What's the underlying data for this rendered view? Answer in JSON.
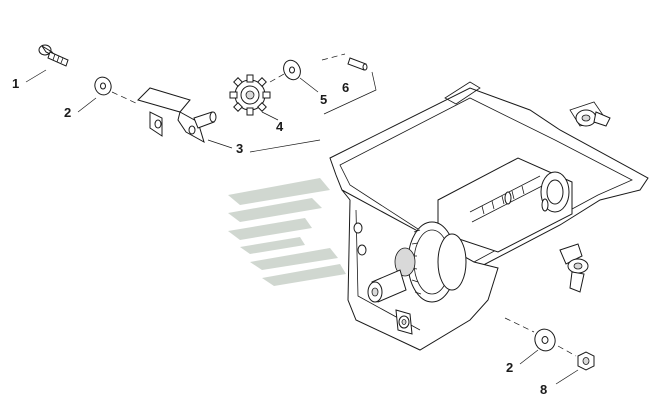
{
  "callouts": [
    {
      "id": "c1",
      "label": "1"
    },
    {
      "id": "c2a",
      "label": "2"
    },
    {
      "id": "c3",
      "label": "3"
    },
    {
      "id": "c4",
      "label": "4"
    },
    {
      "id": "c5",
      "label": "5"
    },
    {
      "id": "c6",
      "label": "6"
    },
    {
      "id": "c2b",
      "label": "2"
    },
    {
      "id": "c8",
      "label": "8"
    }
  ],
  "parts": {
    "bolt": "bolt-icon",
    "washer": "washer-icon",
    "bracket": "bracket-with-shaft-icon",
    "gear": "spur-gear-icon",
    "pin": "pin-icon",
    "nut": "nut-icon",
    "assembly": "gearbox-housing-assembly"
  },
  "colors": {
    "line": "#1a1a1a",
    "watermark": "#c8d0c8",
    "background": "#ffffff"
  }
}
